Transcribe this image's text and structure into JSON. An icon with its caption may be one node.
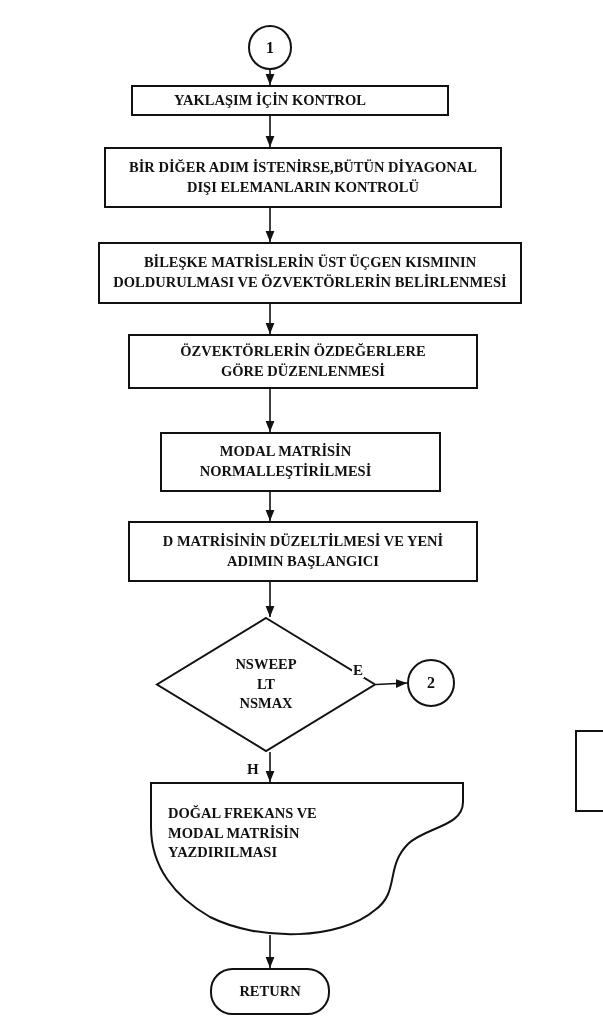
{
  "diagram": {
    "nodes": [
      {
        "text": [
          "1"
        ]
      },
      {
        "text": [
          "YAKLAŞIM İÇİN KONTROL"
        ]
      },
      {
        "text": [
          "BİR DİĞER ADIM İSTENİRSE,BÜTÜN DİYAGONAL DIŞI ELEMANLARIN KONTROLÜ"
        ]
      },
      {
        "text": [
          "BİLEŞKE MATRİSLERİN ÜST ÜÇGEN KISMININ DOLDURULMASI VE ÖZVEKTÖRLERİN BELİRLENMESİ"
        ]
      },
      {
        "text": [
          "ÖZVEKTÖRLERİN ÖZDEĞERLERE GÖRE DÜZENLENMESİ"
        ]
      },
      {
        "text": [
          "MODAL MATRİSİN NORMALLEŞTİRİLMESİ"
        ]
      },
      {
        "text": [
          "D MATRİSİNİN DÜZELTİLMESİ VE YENİ ADIMIN BAŞLANGICI"
        ]
      },
      {
        "text": [
          "NSWEEP LT NSMAX"
        ]
      },
      {
        "text": [
          "2"
        ]
      },
      {
        "text": [
          "DOĞAL FREKANS VE MODAL MATRİSİN YAZDIRILMASI"
        ]
      },
      {
        "text": [
          "RETURN"
        ]
      },
      {
        "text": [],
        "shape": "box"
      }
    ],
    "edges": [
      {
        "from": 0,
        "to": 1,
        "arrow": "to"
      },
      {
        "from": 1,
        "to": 2,
        "arrow": "to"
      },
      {
        "from": 2,
        "to": 3,
        "arrow": "to"
      },
      {
        "from": 3,
        "to": 4,
        "arrow": "to"
      },
      {
        "from": 4,
        "to": 5,
        "arrow": "to"
      },
      {
        "from": 5,
        "to": 6,
        "arrow": "to"
      },
      {
        "from": 6,
        "to": 7,
        "arrow": "to"
      },
      {
        "from": 7,
        "to": 8,
        "arrow": "to",
        "label": "E"
      },
      {
        "from": 7,
        "to": 9,
        "arrow": "to",
        "label": "H"
      },
      {
        "from": 9,
        "to": 10,
        "arrow": "to"
      }
    ]
  }
}
